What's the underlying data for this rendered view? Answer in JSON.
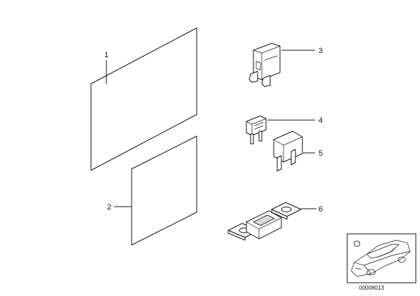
{
  "diagram": {
    "callouts": [
      {
        "id": "1",
        "label": "1"
      },
      {
        "id": "2",
        "label": "2"
      },
      {
        "id": "3",
        "label": "3"
      },
      {
        "id": "4",
        "label": "4"
      },
      {
        "id": "5",
        "label": "5"
      },
      {
        "id": "6",
        "label": "6"
      }
    ],
    "catalog_number": "00008013",
    "colors": {
      "line": "#111111",
      "background": "#ffffff",
      "shade": "#d8d8d8"
    }
  }
}
